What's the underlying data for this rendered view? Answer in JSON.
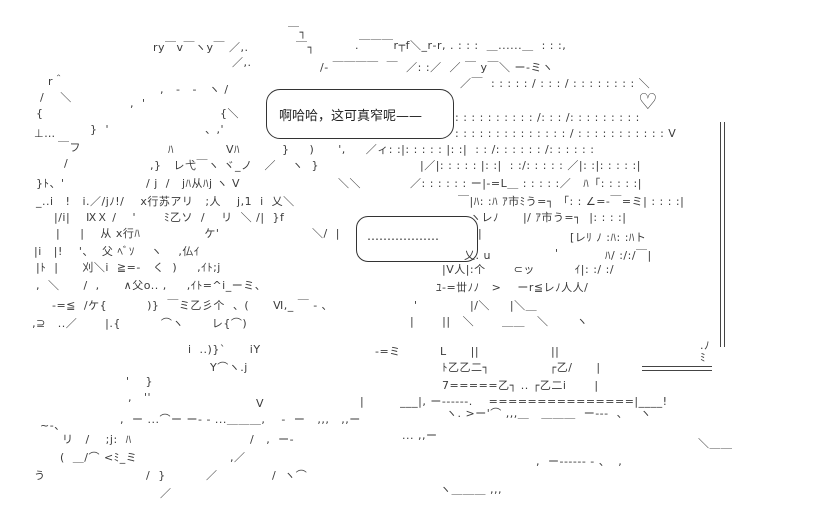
{
  "speech_bubble_1": {
    "text": "啊哈哈，这可真窄呢——"
  },
  "speech_bubble_2": {
    "text": "………………"
  },
  "art": {
    "fragments": [
      "￣┐",
      "ry￣v￣ヽy￣ ／,.",
      "￣┐",
      ".￣￣￣r┬f＼_r‐r, . : : :  ＿......＿  : : :,",
      "r＾",
      "／,.",
      "/‐ ￣￣￣￣  ￣  ／: :／  ／ ￣ y￣＼ ー‐ミヽ",
      "/    ＼",
      ",   -   -   ヽ /",
      "／￣  : : : : : / : : : / : : : : : : : : ＼",
      "{",
      ",  '",
      "{＼",
      ": : : : : : : : : : /: : : /: : : : : : : : :",
      "⊥…",
      "}  '",
      "、,'",
      ": : : : : : : : : : : : : : / : : : : : : : : : : : V",
      "￣フ",
      "ﾊ",
      "Vﾊ",
      "}     )      ',     ／ィ: :|: : : : : |: :|  : : /: : : : : : /: : : : : :",
      "/",
      ",}   レ弋￣ヽ ヾ_ノ   ／    ヽ  }",
      "|／|: : : : : |: :|  : :/: : : : : ／|: :|: : : : :|",
      "}ﾄ、'",
      "/ j  /   jﾊ从ﾊj ヽ V",
      "＼＼",
      "／: : : : : : ー|‐=L＿ : : : : :／   ﾊ「: : : : :|",
      "_..i   !   i.／/jﾉ!/    x行苏アリ   ;人    j,1  i  乂＼",
      "￣|ﾊ: :ﾊ ｱ市ﾐう=┐ 「: : ∠=‐￣=ミ| : : : :|",
      "|/i|    ⅨＸ /    '       ﾐ乙ソ  /    リ  ＼ /|  }f",
      "ヽレﾉ      |/ ｱ市う=┐  |: : : :|",
      "|     |    从 x行ﾊ                ケ'",
      "＼/  |",
      "|",
      "[レﾘ ﾉ :ﾊ: :ﾊト",
      "|i   |!    '、  父 ﾍﾞｿ    ヽ    ,仏ｲ",
      "乂. u",
      "'",
      "ﾊ/ :/:/￣|",
      "|ﾄ  |      刈＼i  ≧=-   く  )     ,ｲﾄ;j",
      "|V人|:个       ⊂ッ          ｲ|: :/ :/",
      ",  ＼      /  ,      ∧父o.. ,     ,ｲﾄ=^i_ーミ、",
      "ﾕ‐=丗ﾉﾉ   >    ーr≦レﾉ人人/",
      "‐=≦  /ケ{          )}  ￣ミ乙彡个  、(      Ⅵ,_ ￣ ‐ ､",
      "'",
      "|/＼     |＼＿",
      "‚⊇   ..／       |.{          ⌒ヽ       レ{⌒)",
      "|       ||   ＼       ＿＿   ＼       ヽ",
      "-=ミ",
      "i  ..)}`      iY",
      "L      ||                  ||",
      "Y⌒ヽ.j",
      "ﾄ乙乙二┐               ┌乙/      |",
      "'    }",
      "7=====乙┐ .. ┌乙二i       |",
      ",   ''",
      "V",
      "|         ___|, ー‐‐‐‐‐‐.    ===============|____!",
      "~‐、",
      ",  ー ...⌒ー ー‐ ‐ ...＿＿＿,    ‐  ー   ,,,   ,,ー",
      "ヽ. >ー'⌒ ,,,＿   ＿＿＿  ー‐‐‐  、   ヽ",
      "リ   /    ;j:  ﾊ",
      "/   ,  ー‐",
      "... ,,ー",
      "＼＿＿",
      "(  ＿/⌒ <ﾐ_ミ",
      ",／",
      ",  ー‐‐‐‐‐‐ ‐ 、  ,",
      "う",
      "/  }",
      "／",
      "/  ヽ⌒",
      "／",
      "ヽ＿＿＿ ,,,"
    ]
  }
}
